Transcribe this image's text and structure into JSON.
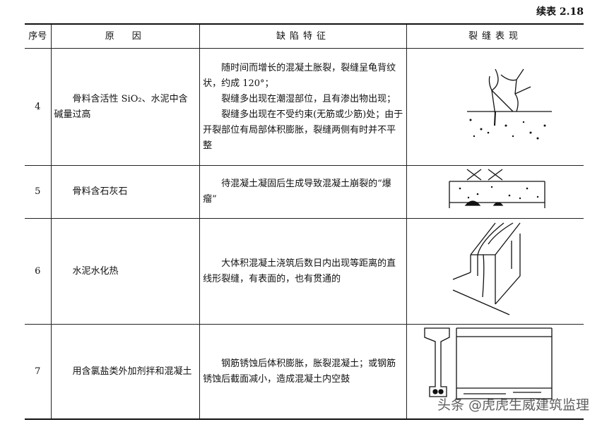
{
  "caption": "续表 2.18",
  "headers": [
    "序号",
    "原　因",
    "缺陷特征",
    "裂缝表现"
  ],
  "rows": [
    {
      "no": "4",
      "cause": "骨料含活性 SiO₂、水泥中含碱量过高",
      "features": [
        "随时间而增长的混凝土胀裂，裂缝呈龟背纹状，约成 120°；",
        "裂缝多出现在潮湿部位，且有渗出物出现；",
        "裂缝多出现在不受约束(无筋或少筋)处；由于开裂部位有局部体积膨胀，裂缝两侧有时并不平整"
      ],
      "figure": "map-cracking-icon"
    },
    {
      "no": "5",
      "cause": "骨料含石灰石",
      "features": [
        "待混凝土凝固后生成导致混凝土崩裂的“爆瘤”"
      ],
      "figure": "popout-icon"
    },
    {
      "no": "6",
      "cause": "水泥水化热",
      "features": [
        "大体积混凝土浇筑后数日内出现等距离的直线形裂缝，有表面的，也有贯通的"
      ],
      "figure": "thermal-crack-icon"
    },
    {
      "no": "7",
      "cause": "用含氯盐类外加剂拌和混凝土",
      "features": [
        "钢筋锈蚀后体积膨胀，胀裂混凝土；或钢筋锈蚀后截面减小，造成混凝土内空鼓"
      ],
      "figure": "rebar-corrosion-icon"
    }
  ],
  "watermark": "头条 @虎虎生威建筑监理"
}
